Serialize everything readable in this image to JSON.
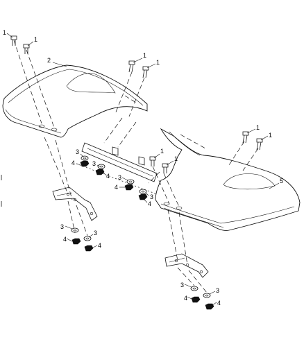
{
  "callouts": {
    "c1a": "1",
    "c1b": "1",
    "c1c": "1",
    "c1d": "1",
    "c1e": "1",
    "c1f": "1",
    "c1g": "1",
    "c1h": "1",
    "c2": "2",
    "c5": "5",
    "c3a": "3",
    "c3b": "3",
    "c3c": "3",
    "c3d": "3",
    "c3e": "3",
    "c3f": "3",
    "c3g": "3",
    "c4a": "4",
    "c4b": "4",
    "c4c": "4",
    "c4d": "4",
    "c4e": "4",
    "c4f": "4",
    "c4g": "4",
    "c4h": "4"
  }
}
